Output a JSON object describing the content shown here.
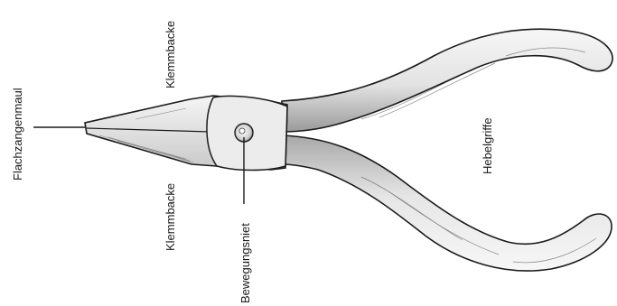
{
  "labels": {
    "flachzangenmaul": "Flachzangenmaul",
    "klemmbacke_top": "Klemmbacke",
    "klemmbacke_bottom": "Klemmbacke",
    "bewegungsniet": "Bewegungsniet",
    "hebelgriffe": "Hebelgriffe"
  },
  "colors": {
    "ink": "#1a1a1a",
    "metal_light": "#f4f4f4",
    "metal_shade": "#cfcfcf",
    "background": "#ffffff"
  }
}
